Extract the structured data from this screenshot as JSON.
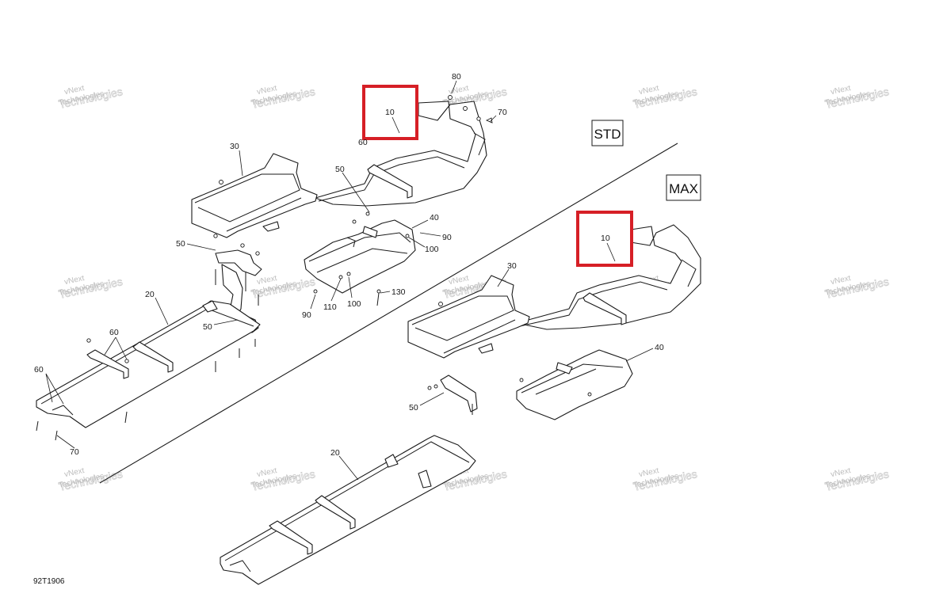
{
  "diagram": {
    "variant_labels": {
      "std": "STD",
      "max": "MAX"
    },
    "figure_id": "92T1906",
    "watermark": {
      "line1": "vNext",
      "line2": "Technologies",
      "line3": "Technologies"
    },
    "callouts": {
      "std": {
        "p10": "10",
        "p20": "20",
        "p30": "30",
        "p40": "40",
        "p50a": "50",
        "p50b": "50",
        "p50c": "50",
        "p60a": "60",
        "p60b": "60",
        "p60c": "60",
        "p70a": "70",
        "p70b": "70",
        "p80": "80",
        "p90a": "90",
        "p90b": "90",
        "p100a": "100",
        "p100b": "100",
        "p110": "110",
        "p130": "130"
      },
      "max": {
        "p10": "10",
        "p20": "20",
        "p30": "30",
        "p40": "40",
        "p50": "50"
      }
    },
    "highlight_color": "#d61f26"
  }
}
